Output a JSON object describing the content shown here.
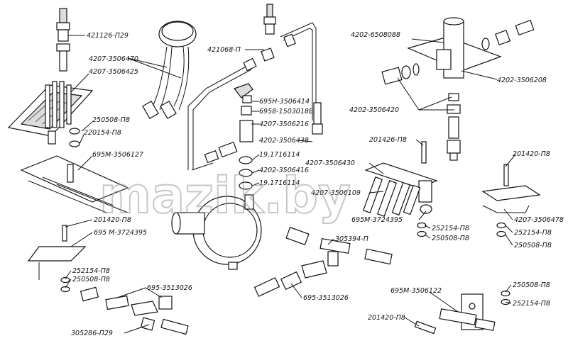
{
  "watermark": "mazik.by",
  "labels": {
    "p421126": "421126-П29",
    "p4207_3506470": "4207-3506470",
    "p4207_3506425": "4207-3506425",
    "p250508_a": "250508-П8",
    "p220154": "220154-П8",
    "p695m_3506127": "695М-3506127",
    "p421068": "421068-П",
    "p695n_3506414": "695Н-3506414",
    "p6958_1503018b": "6958-1503018Б",
    "p4207_3506216": "4207-3506216",
    "p4202_3506438": "4202-3506438",
    "p19_1716114_a": "19.1716114",
    "p4202_3506416": "4202-3506416",
    "p19_1716114_b": "19.1716114",
    "p4202_6508088": "4202-6508088",
    "p4202_3506208": "4202-3506208",
    "p4202_3506420": "4202-3506420",
    "p201426": "201426-П8",
    "p4207_3506430": "4207-3506430",
    "p4207_3506109": "4207-3506109",
    "p201420_a": "201420-П8",
    "p4207_3506478": "4207-3506478",
    "p252154_a": "252154-П8",
    "p250508_b": "250508-П8",
    "p695m_3724395_a": "695М-3724395",
    "p252154_b": "252154-П8",
    "p250508_c": "250508-П8",
    "p201420_b": "201420-П8",
    "p695m_3724395_b": "695 М-3724395",
    "p305394": "305394-П",
    "p252154_c": "252154-П8",
    "p250508_d": "250508-П8",
    "p695_3513026_a": "695-3513026",
    "p695_3513026_b": "695-3513026",
    "p305286": "305286-П29",
    "p695m_3506122": "695М-3506122",
    "p250508_e": "250508-П8",
    "p252154_d": "252154-П8",
    "p201420_c": "201420-П8"
  }
}
